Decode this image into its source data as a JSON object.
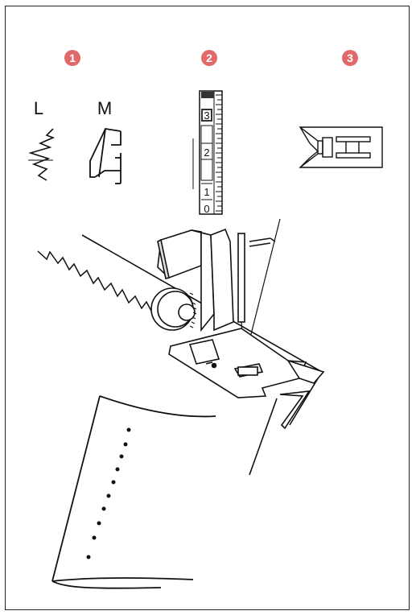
{
  "steps": [
    {
      "number": "1",
      "color": "#e06a6a"
    },
    {
      "number": "2",
      "color": "#e06a6a"
    },
    {
      "number": "3",
      "color": "#e06a6a"
    }
  ],
  "stitch_labels": {
    "left": "L",
    "right": "M"
  },
  "ruler": {
    "marks": [
      "3",
      "2",
      "1",
      "0"
    ]
  },
  "colors": {
    "line": "#111111",
    "badge": "#e06a6a"
  }
}
